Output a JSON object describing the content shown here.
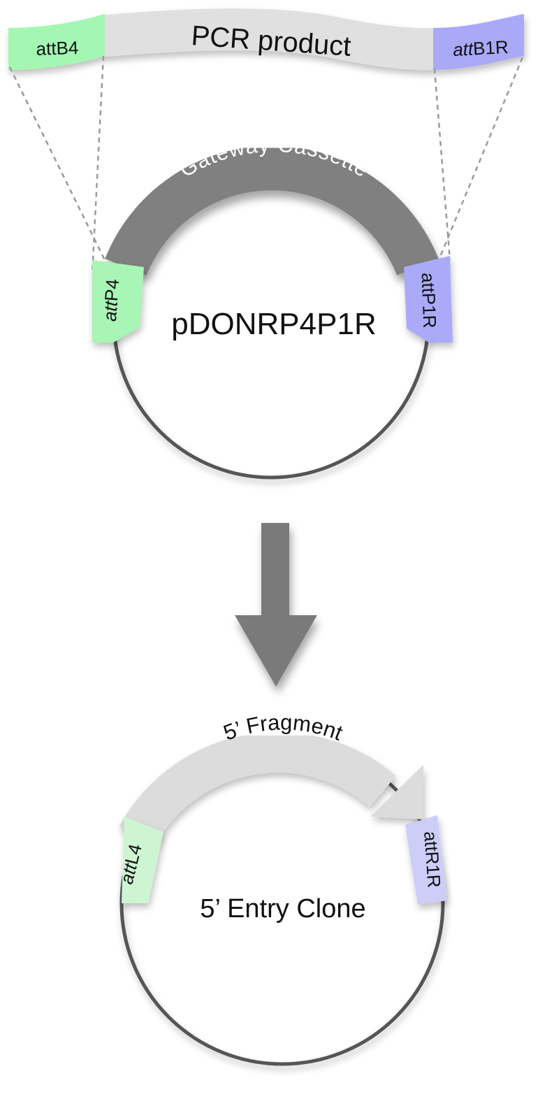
{
  "pcr_product": {
    "label": "PCR product",
    "left_site": "attB4",
    "left_site_prefix": "att",
    "left_site_suffix": "B4",
    "right_site": "attB1R",
    "right_site_prefix": "att",
    "right_site_suffix": "B1R"
  },
  "donor_vector": {
    "name": "pDONRP4P1R",
    "cassette_label": "Gateway Cassette",
    "left_site": "attP4",
    "left_site_prefix": "att",
    "left_site_suffix": "P4",
    "right_site": "attP1R",
    "right_site_prefix": "att",
    "right_site_suffix": "P1R"
  },
  "entry_clone": {
    "name": "5’ Entry Clone",
    "fragment_label": "5’ Fragment",
    "left_site": "attL4",
    "left_site_prefix": "att",
    "left_site_suffix": "L4",
    "right_site": "attR1R",
    "right_site_prefix": "att",
    "right_site_suffix": "R1R"
  },
  "colors": {
    "attB_green": "#a3f7b3",
    "attB_blue": "#a9a9f7",
    "attP_green": "#a8f5b5",
    "attP_blue": "#aaaaf8",
    "attL_green": "#cdf5d2",
    "attR_blue": "#cdcdf8",
    "pcr_body": "#e0e0e0",
    "cassette": "#808080",
    "fragment": "#dcdcdc",
    "plasmid_line": "#555555",
    "arrow": "#7a7a7a"
  },
  "icons": {
    "reaction_arrow": "down-arrow-icon"
  }
}
